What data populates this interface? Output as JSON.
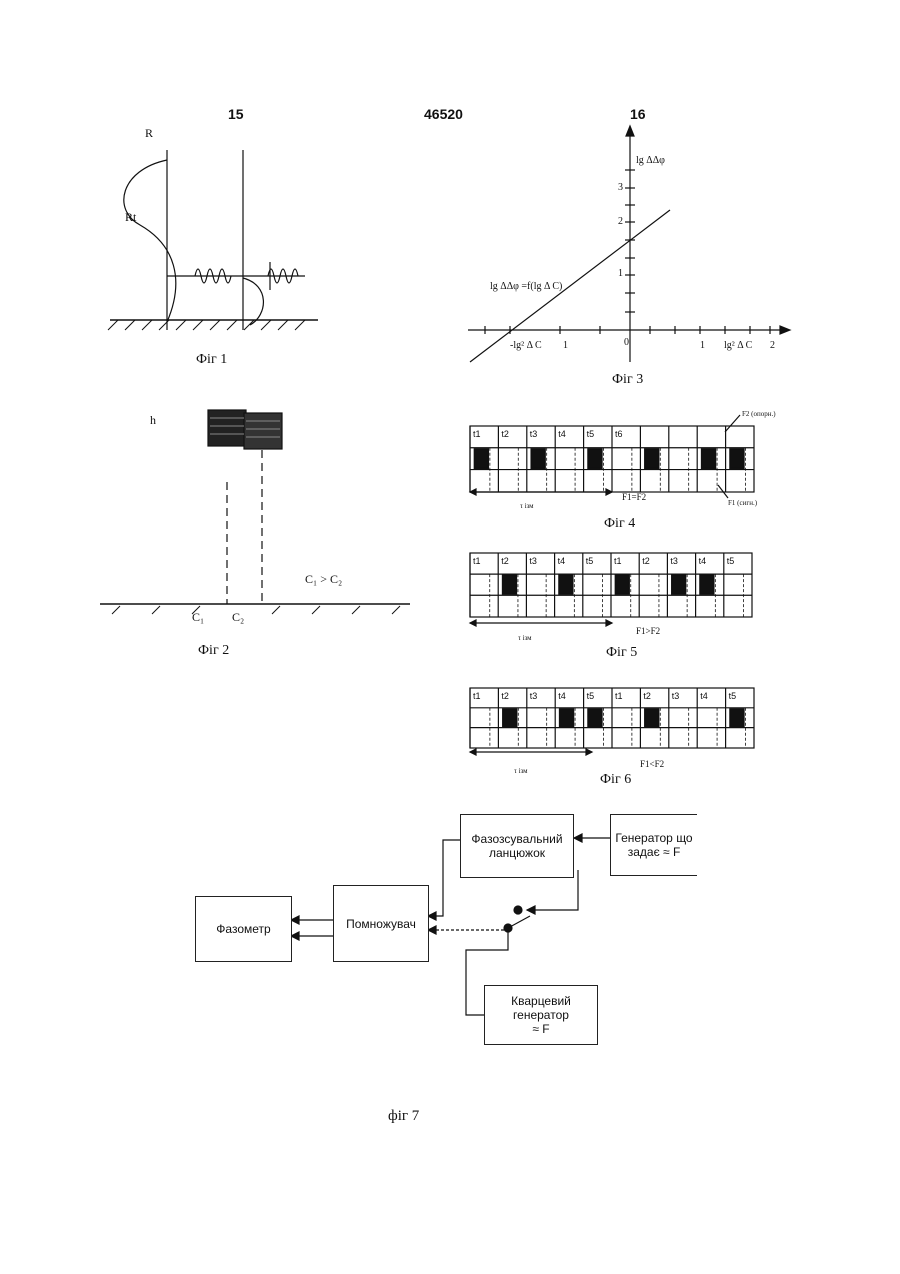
{
  "header": {
    "left_page": "15",
    "patent_no": "46520",
    "right_page": "16"
  },
  "fig1": {
    "caption": "Фіг 1",
    "label_R": "R",
    "label_Rt": "Rt"
  },
  "fig2": {
    "caption": "Фіг 2",
    "label_h": "h",
    "label_c1": "C₁",
    "label_c2": "C₂",
    "label_rel": "C₁ > C₂"
  },
  "fig3": {
    "caption": "Фіг 3",
    "y_label": "lg ΔΔφ",
    "curve_label": "lg ΔΔφ =f(lg Δ C)",
    "y_ticks": [
      "3",
      "2",
      "1"
    ],
    "x_ticks": {
      "neg_lg": "-lg² Δ C",
      "one_left": "1",
      "zero": "0",
      "one_right": "1",
      "pos_lg": "lg² Δ C",
      "two": "2"
    }
  },
  "fig4": {
    "caption": "Фіг 4",
    "labels": [
      "t1",
      "t2",
      "t3",
      "t4",
      "t5",
      "t6"
    ],
    "relation": "F1=F2",
    "tau": "τ ізм",
    "f2_note": "F2 (опорн.)",
    "f1_note": "F1 (сигн.)"
  },
  "fig5": {
    "caption": "Фіг 5",
    "labels": [
      "t1",
      "t2",
      "t3",
      "t4",
      "t5",
      "t1",
      "t2",
      "t3",
      "t4",
      "t5"
    ],
    "relation": "F1>F2",
    "tau": "τ ізм"
  },
  "fig6": {
    "caption": "Фіг 6",
    "labels": [
      "t1",
      "t2",
      "t3",
      "t4",
      "t5",
      "t1",
      "t2",
      "t3",
      "t4",
      "t5"
    ],
    "relation": "F1<F2",
    "tau": "τ ізм"
  },
  "fig7": {
    "caption": "фіг 7",
    "blocks": {
      "phasemeter": "Фазометр",
      "multiplier": "Помножувач",
      "phase_shift": [
        "Фазозсувальний",
        "ланцюжок"
      ],
      "generator": [
        "Генератор що",
        "задає ≈ F"
      ],
      "quartz": [
        "Кварцевий",
        "генератор",
        "≈ F"
      ]
    }
  }
}
